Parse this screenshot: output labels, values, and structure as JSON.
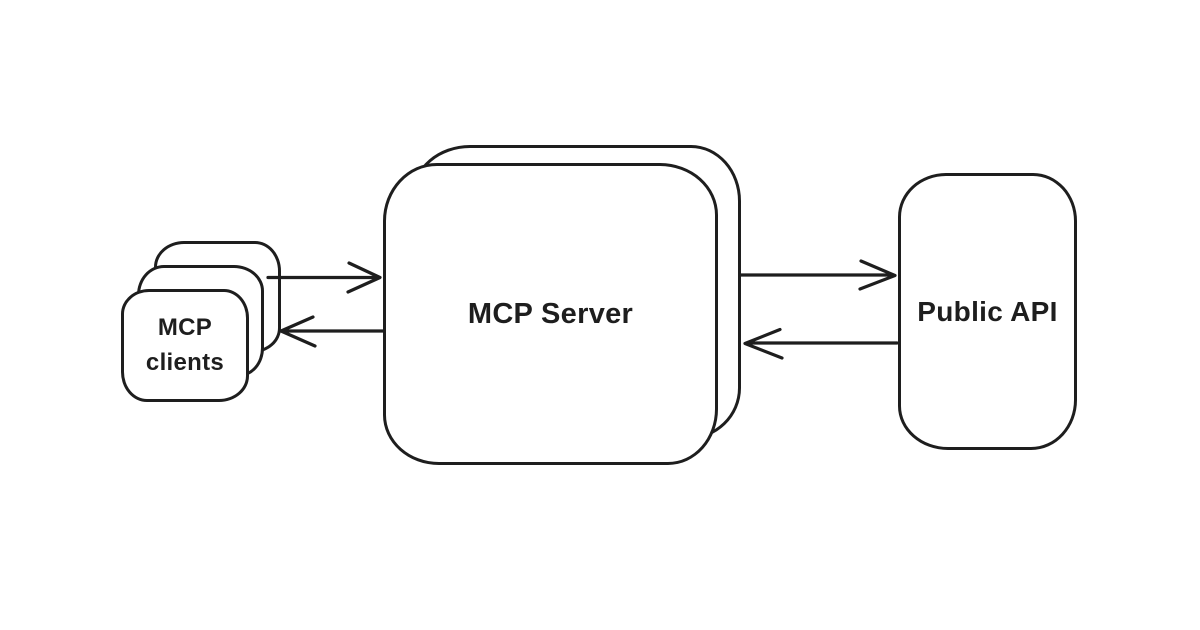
{
  "diagram": {
    "background_color": "#ffffff",
    "stroke_color": "#1e1e1e",
    "style": "hand-drawn",
    "nodes": {
      "clients": {
        "label": "MCP\nclients",
        "stacked": true,
        "stack_count": 3
      },
      "server": {
        "label": "MCP Server",
        "stacked": true,
        "stack_count": 2
      },
      "api": {
        "label": "Public API",
        "stacked": false,
        "stack_count": 1
      }
    },
    "edges": [
      {
        "from": "MCP clients",
        "to": "MCP Server",
        "arrowhead": "right"
      },
      {
        "from": "MCP Server",
        "to": "MCP clients",
        "arrowhead": "left"
      },
      {
        "from": "MCP Server",
        "to": "Public API",
        "arrowhead": "right"
      },
      {
        "from": "Public API",
        "to": "MCP Server",
        "arrowhead": "left"
      }
    ]
  }
}
